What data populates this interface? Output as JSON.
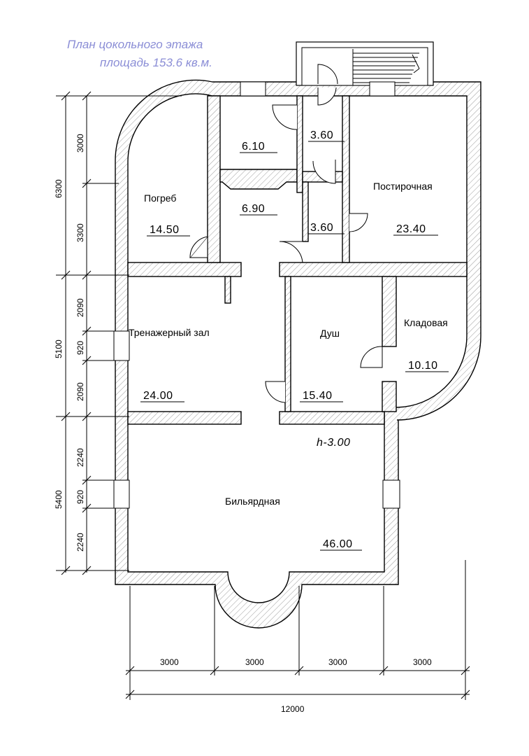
{
  "title": {
    "line1": "План цокольного этажа",
    "line2": "площадь 153.6 кв.м.",
    "color": "#8b8ed6"
  },
  "rooms": {
    "r610": {
      "name": "",
      "area": "6.10"
    },
    "r360a": {
      "name": "",
      "area": "3.60"
    },
    "r360b": {
      "name": "",
      "area": "3.60"
    },
    "pogreb": {
      "name": "Погреб",
      "area": "14.50"
    },
    "r690": {
      "name": "",
      "area": "6.90"
    },
    "postirochnaya": {
      "name": "Постирочная",
      "area": "23.40"
    },
    "trenazherny": {
      "name": "Тренажерный зал",
      "area": "24.00"
    },
    "dush": {
      "name": "Душ",
      "area": "15.40"
    },
    "kladovaya": {
      "name": "Кладовая",
      "area": "10.10"
    },
    "bilyardnaya": {
      "name": "Бильярдная",
      "area": "46.00"
    }
  },
  "height_label": "h-3.00",
  "dimensions": {
    "left_outer": [
      "6300",
      "5100",
      "5400"
    ],
    "left_inner": [
      "3000",
      "3300",
      "2090",
      "920",
      "2090",
      "2240",
      "920",
      "2240"
    ],
    "bottom": [
      "3000",
      "3000",
      "3000",
      "3000"
    ],
    "bottom_total": "12000"
  }
}
